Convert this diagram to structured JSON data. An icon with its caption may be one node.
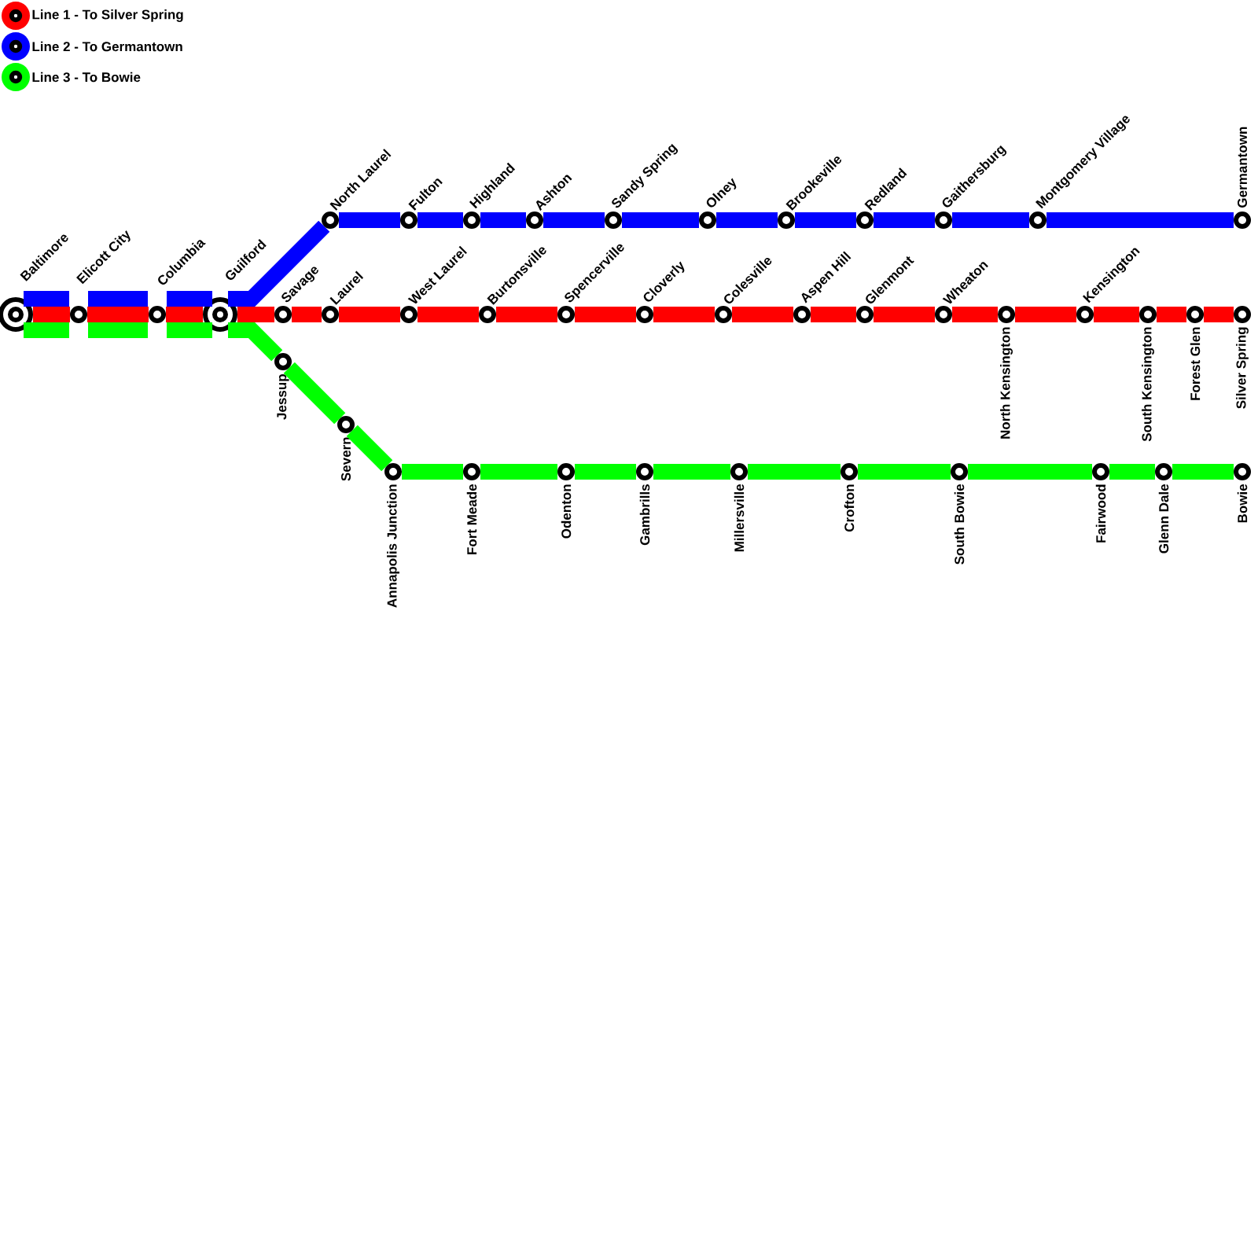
{
  "diagram": {
    "nodes": [
      {
        "text": [
          "Baltimore"
        ]
      },
      {
        "text": [
          "Elicott City"
        ]
      },
      {
        "text": [
          "Columbia"
        ]
      },
      {
        "text": [
          "Guilford"
        ]
      },
      {
        "text": [
          "North Laurel"
        ]
      },
      {
        "text": [
          "Fulton"
        ]
      },
      {
        "text": [
          "Highland"
        ]
      },
      {
        "text": [
          "Ashton"
        ]
      },
      {
        "text": [
          "Sandy Spring"
        ]
      },
      {
        "text": [
          "Olney"
        ]
      },
      {
        "text": [
          "Brookeville"
        ]
      },
      {
        "text": [
          "Redland"
        ]
      },
      {
        "text": [
          "Gaithersburg"
        ]
      },
      {
        "text": [
          "Montgomery Village"
        ]
      },
      {
        "text": [
          "Germantown"
        ]
      },
      {
        "text": [
          "Savage"
        ]
      },
      {
        "text": [
          "Laurel"
        ]
      },
      {
        "text": [
          "West Laurel"
        ]
      },
      {
        "text": [
          "Burtonsville"
        ]
      },
      {
        "text": [
          "Spencerville"
        ]
      },
      {
        "text": [
          "Cloverly"
        ]
      },
      {
        "text": [
          "Colesville"
        ]
      },
      {
        "text": [
          "Aspen Hill"
        ]
      },
      {
        "text": [
          "Glenmont"
        ]
      },
      {
        "text": [
          "Wheaton"
        ]
      },
      {
        "text": [
          "North Kensington"
        ]
      },
      {
        "text": [
          "Kensington"
        ]
      },
      {
        "text": [
          "South Kensington"
        ]
      },
      {
        "text": [
          "Forest Glen"
        ]
      },
      {
        "text": [
          "Silver Spring"
        ]
      },
      {
        "text": [
          "Jessup"
        ]
      },
      {
        "text": [
          "Severn"
        ]
      },
      {
        "text": [
          "Annapolis Junction"
        ]
      },
      {
        "text": [
          "Fort Meade"
        ]
      },
      {
        "text": [
          "Odenton"
        ]
      },
      {
        "text": [
          "Gambrills"
        ]
      },
      {
        "text": [
          "Millersville"
        ]
      },
      {
        "text": [
          "Crofton"
        ]
      },
      {
        "text": [
          "South Bowie"
        ]
      },
      {
        "text": [
          "Fairwood"
        ]
      },
      {
        "text": [
          "Glenn Dale"
        ]
      },
      {
        "text": [
          "Bowie"
        ]
      }
    ],
    "edges": [
      {
        "from": 0,
        "to": 1,
        "arrow": "none",
        "color": "#ff0000"
      },
      {
        "from": 1,
        "to": 2,
        "arrow": "none",
        "color": "#ff0000"
      },
      {
        "from": 2,
        "to": 3,
        "arrow": "none",
        "color": "#ff0000"
      },
      {
        "from": 3,
        "to": 15,
        "arrow": "none",
        "color": "#ff0000"
      },
      {
        "from": 15,
        "to": 16,
        "arrow": "none",
        "color": "#ff0000"
      },
      {
        "from": 16,
        "to": 17,
        "arrow": "none",
        "color": "#ff0000"
      },
      {
        "from": 17,
        "to": 18,
        "arrow": "none",
        "color": "#ff0000"
      },
      {
        "from": 18,
        "to": 19,
        "arrow": "none",
        "color": "#ff0000"
      },
      {
        "from": 19,
        "to": 20,
        "arrow": "none",
        "color": "#ff0000"
      },
      {
        "from": 20,
        "to": 21,
        "arrow": "none",
        "color": "#ff0000"
      },
      {
        "from": 21,
        "to": 22,
        "arrow": "none",
        "color": "#ff0000"
      },
      {
        "from": 22,
        "to": 23,
        "arrow": "none",
        "color": "#ff0000"
      },
      {
        "from": 23,
        "to": 24,
        "arrow": "none",
        "color": "#ff0000"
      },
      {
        "from": 24,
        "to": 25,
        "arrow": "none",
        "color": "#ff0000"
      },
      {
        "from": 25,
        "to": 26,
        "arrow": "none",
        "color": "#ff0000"
      },
      {
        "from": 26,
        "to": 27,
        "arrow": "none",
        "color": "#ff0000"
      },
      {
        "from": 27,
        "to": 28,
        "arrow": "none",
        "color": "#ff0000"
      },
      {
        "from": 28,
        "to": 29,
        "arrow": "none",
        "color": "#ff0000"
      },
      {
        "from": 0,
        "to": 1,
        "arrow": "none",
        "color": "#0000ff"
      },
      {
        "from": 1,
        "to": 2,
        "arrow": "none",
        "color": "#0000ff"
      },
      {
        "from": 2,
        "to": 3,
        "arrow": "none",
        "color": "#0000ff"
      },
      {
        "from": 3,
        "to": 4,
        "arrow": "none",
        "color": "#0000ff"
      },
      {
        "from": 4,
        "to": 5,
        "arrow": "none",
        "color": "#0000ff"
      },
      {
        "from": 5,
        "to": 6,
        "arrow": "none",
        "color": "#0000ff"
      },
      {
        "from": 6,
        "to": 7,
        "arrow": "none",
        "color": "#0000ff"
      },
      {
        "from": 7,
        "to": 8,
        "arrow": "none",
        "color": "#0000ff"
      },
      {
        "from": 8,
        "to": 9,
        "arrow": "none",
        "color": "#0000ff"
      },
      {
        "from": 9,
        "to": 10,
        "arrow": "none",
        "color": "#0000ff"
      },
      {
        "from": 10,
        "to": 11,
        "arrow": "none",
        "color": "#0000ff"
      },
      {
        "from": 11,
        "to": 12,
        "arrow": "none",
        "color": "#0000ff"
      },
      {
        "from": 12,
        "to": 13,
        "arrow": "none",
        "color": "#0000ff"
      },
      {
        "from": 13,
        "to": 14,
        "arrow": "none",
        "color": "#0000ff"
      },
      {
        "from": 0,
        "to": 1,
        "arrow": "none",
        "color": "#00ff00"
      },
      {
        "from": 1,
        "to": 2,
        "arrow": "none",
        "color": "#00ff00"
      },
      {
        "from": 2,
        "to": 3,
        "arrow": "none",
        "color": "#00ff00"
      },
      {
        "from": 3,
        "to": 30,
        "arrow": "none",
        "color": "#00ff00"
      },
      {
        "from": 30,
        "to": 31,
        "arrow": "none",
        "color": "#00ff00"
      },
      {
        "from": 31,
        "to": 32,
        "arrow": "none",
        "color": "#00ff00"
      },
      {
        "from": 32,
        "to": 33,
        "arrow": "none",
        "color": "#00ff00"
      },
      {
        "from": 33,
        "to": 34,
        "arrow": "none",
        "color": "#00ff00"
      },
      {
        "from": 34,
        "to": 35,
        "arrow": "none",
        "color": "#00ff00"
      },
      {
        "from": 35,
        "to": 36,
        "arrow": "none",
        "color": "#00ff00"
      },
      {
        "from": 36,
        "to": 37,
        "arrow": "none",
        "color": "#00ff00"
      },
      {
        "from": 37,
        "to": 38,
        "arrow": "none",
        "color": "#00ff00"
      },
      {
        "from": 38,
        "to": 39,
        "arrow": "none",
        "color": "#00ff00"
      },
      {
        "from": 39,
        "to": 40,
        "arrow": "none",
        "color": "#00ff00"
      },
      {
        "from": 40,
        "to": 41,
        "arrow": "none",
        "color": "#00ff00"
      }
    ],
    "legend": [
      {
        "text": "Line 1 - To Silver Spring",
        "color": "#ff0000"
      },
      {
        "text": "Line 2 - To Germantown",
        "color": "#0000ff"
      },
      {
        "text": "Line 3 - To Bowie",
        "color": "#00ff00"
      }
    ]
  }
}
